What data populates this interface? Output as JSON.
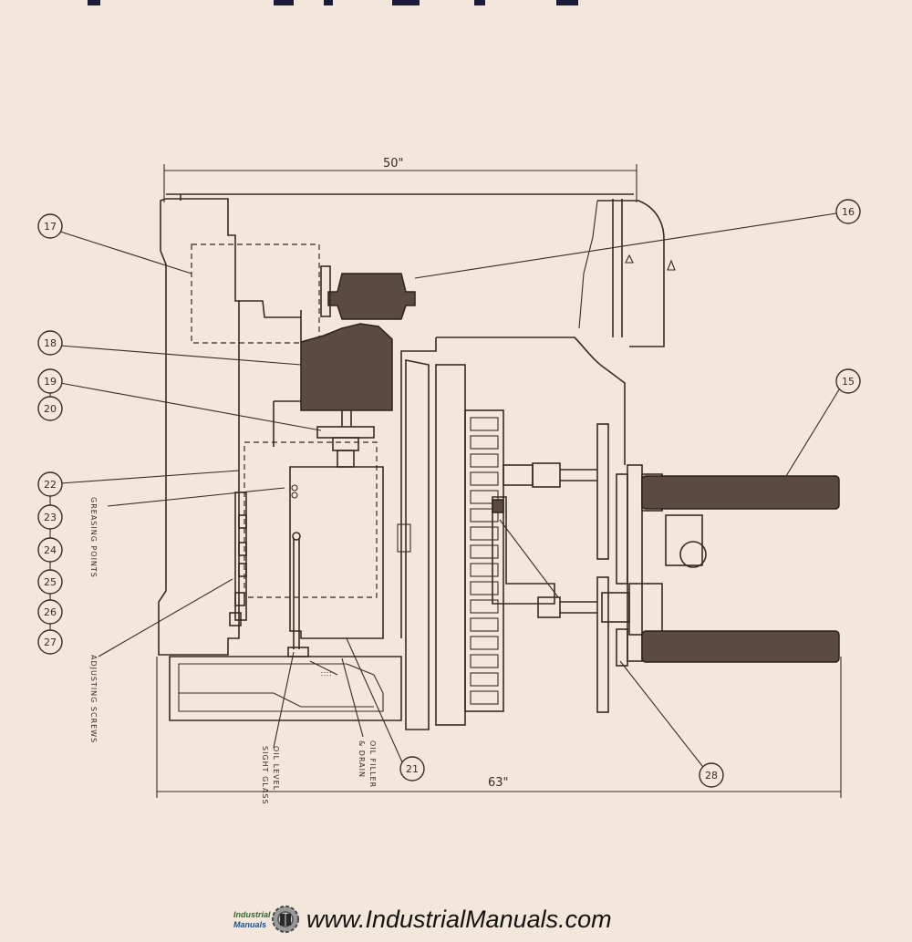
{
  "diagram": {
    "dimensions": {
      "top_width": "50\"",
      "bottom_width": "63\""
    },
    "callouts": [
      {
        "id": "c15",
        "text": "15"
      },
      {
        "id": "c16",
        "text": "16"
      },
      {
        "id": "c17",
        "text": "17"
      },
      {
        "id": "c18",
        "text": "18"
      },
      {
        "id": "c19",
        "text": "19"
      },
      {
        "id": "c20",
        "text": "20"
      },
      {
        "id": "c21",
        "text": "21"
      },
      {
        "id": "c22",
        "text": "22"
      },
      {
        "id": "c23",
        "text": "23"
      },
      {
        "id": "c24",
        "text": "24"
      },
      {
        "id": "c25",
        "text": "25"
      },
      {
        "id": "c26",
        "text": "26"
      },
      {
        "id": "c27",
        "text": "27"
      },
      {
        "id": "c28",
        "text": "28"
      }
    ],
    "labels": {
      "greasing_points": "GREASING POINTS",
      "adjusting_screws": "ADJUSTING SCREWS",
      "oil_level_1": "OIL LEVEL",
      "oil_level_2": "SIGHT GLASS",
      "oil_filler_1": "OIL FILLER",
      "oil_filler_2": "& DRAIN"
    }
  },
  "footer": {
    "logo_line1": "Industrial",
    "logo_line2": "Manuals",
    "url": "www.IndustrialManuals.com",
    "logo_icon": "gear-book-icon"
  },
  "colors": {
    "paper": "#f2e7da",
    "ink": "#3a2a22",
    "shaded": "#5a4a42",
    "top_bar": "#1a1a3a"
  }
}
